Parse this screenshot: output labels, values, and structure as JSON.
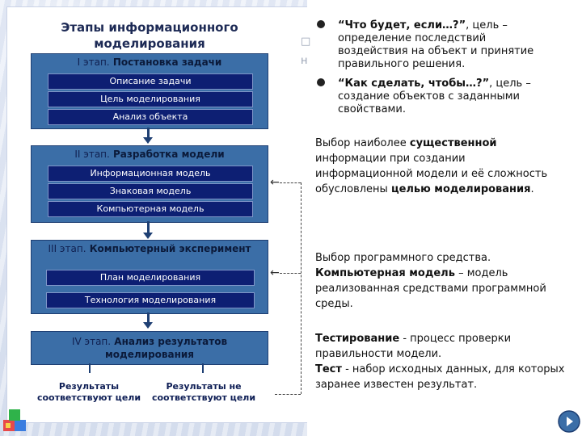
{
  "diagram": {
    "title": "Этапы информационного моделирования",
    "stages": [
      {
        "num": "I этап.",
        "name": "Постановка задачи",
        "steps": [
          "Описание задачи",
          "Цель моделирования",
          "Анализ объекта"
        ]
      },
      {
        "num": "II этап.",
        "name": "Разработка модели",
        "steps": [
          "Информационная модель",
          "Знаковая модель",
          "Компьютерная модель"
        ]
      },
      {
        "num": "III этап.",
        "name": "Компьютерный эксперимент",
        "steps": [
          "План моделирования",
          "Технология моделирования"
        ]
      },
      {
        "num": "IV этап.",
        "name": "Анализ результатов моделирования",
        "steps": []
      }
    ],
    "results": [
      "Результаты соответствуют цели",
      "Результаты не соответствуют цели"
    ]
  },
  "right": {
    "bullets": [
      {
        "bold": "“Что будет, если…?”",
        "rest": ", цель – определение последствий воздействия на объект и принятие правильного решения."
      },
      {
        "bold": "“Как сделать, чтобы…?”",
        "rest": ", цель – создание объектов с заданными свойствами."
      }
    ],
    "p1": {
      "t1": "Выбор наиболее ",
      "b1": "существенной",
      "t2": " информации при создании информационной модели и её сложность обусловлены ",
      "b2": "целью моделирования",
      "t3": "."
    },
    "p2": {
      "t1": "Выбор программного средства. ",
      "b1": "Компьютерная модель",
      "t2": " – модель реализованная средствами программной среды."
    },
    "p3": {
      "b1": "Тестирование",
      "t1": " - процесс проверки правильности модели.",
      "b2": "Тест",
      "t2": " - набор исходных данных, для которых заранее известен результат."
    }
  },
  "colors": {
    "stage_bg": "#3b6ea7",
    "step_bg": "#0d1f73"
  }
}
